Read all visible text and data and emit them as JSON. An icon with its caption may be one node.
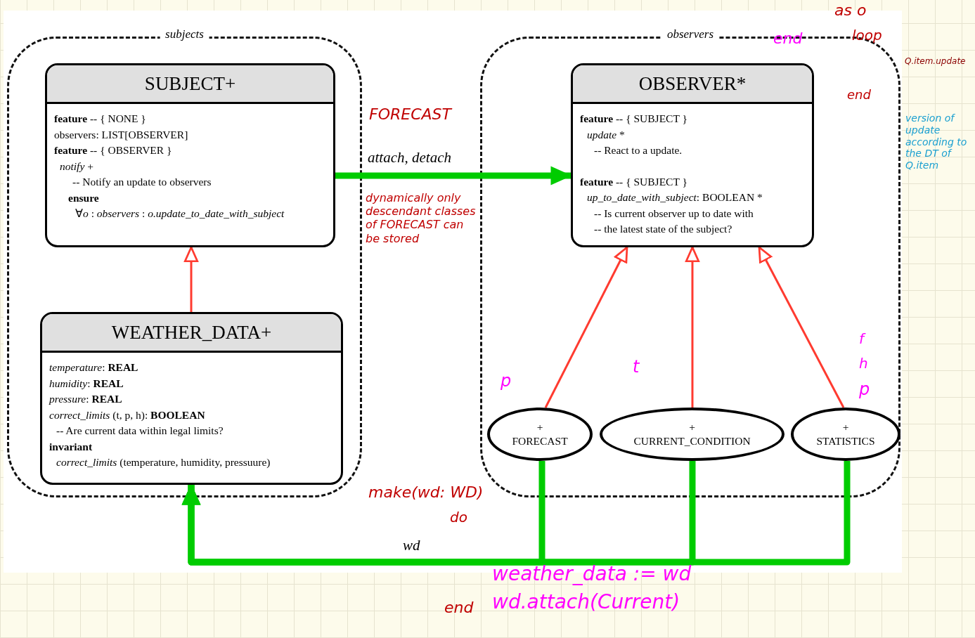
{
  "diagram": {
    "nodes": [
      {
        "text": [
          "subjects"
        ]
      },
      {
        "text": [
          "SUBJECT+",
          "**feature** -- { NONE }",
          "observers: LIST[OBSERVER]",
          "**feature** -- { OBSERVER }",
          "*notify* +",
          "-- Notify an update to observers",
          "**ensure**",
          "∀*o* : *observers* : *o.update_to_date_with_subject*"
        ],
        "in": 0
      },
      {
        "text": [
          "WEATHER_DATA+",
          "*temperature*: **REAL**",
          "*humidity*: **REAL**",
          "*pressure*: **REAL**",
          "*correct_limits* (t, p, h): **BOOLEAN**",
          "-- Are current data within legal limits?",
          "**invariant**",
          "*correct_limits* (temperature, humidity, pressuure)"
        ],
        "in": 0
      },
      {
        "text": [
          "observers"
        ]
      },
      {
        "text": [
          "OBSERVER*",
          "**feature** -- { SUBJECT }",
          "*update* *",
          "-- React to a update.",
          "**feature** -- { SUBJECT }",
          "*up_to_date_with_subject*: BOOLEAN *",
          "-- Is current observer up to date with",
          "-- the latest state of the subject?"
        ],
        "in": 3
      },
      {
        "text": [
          "+",
          "FORECAST"
        ],
        "in": 3
      },
      {
        "text": [
          "+",
          "CURRENT_CONDITION"
        ],
        "in": 3
      },
      {
        "text": [
          "+",
          "STATISTICS"
        ],
        "in": 3
      }
    ],
    "edges": [
      {
        "from": 2,
        "to": 1,
        "arrow": "to",
        "color": "#ff3b30"
      },
      {
        "from": 5,
        "to": 4,
        "arrow": "to",
        "color": "#ff3b30"
      },
      {
        "from": 6,
        "to": 4,
        "arrow": "to",
        "color": "#ff3b30"
      },
      {
        "from": 7,
        "to": 4,
        "arrow": "to",
        "color": "#ff3b30"
      },
      {
        "from": 1,
        "to": 4,
        "arrow": "to",
        "label": "attach, detach",
        "style": "thick",
        "color": "#00cc00"
      },
      {
        "from": 5,
        "to": 2,
        "arrow": "to",
        "label": "wd",
        "style": "thick",
        "color": "#00cc00"
      },
      {
        "from": 6,
        "to": 2,
        "arrow": "to",
        "style": "thick",
        "color": "#00cc00"
      },
      {
        "from": 7,
        "to": 2,
        "arrow": "to",
        "style": "thick",
        "color": "#00cc00"
      }
    ],
    "labels": [
      "as o",
      "end",
      "loop",
      "Q.item.update",
      "end",
      "FORECAST",
      "dynamically only descendant classes of FORECAST can be stored",
      "version of update according to the DT of Q.item",
      "p",
      "t",
      "f",
      "h",
      "p",
      "make(wd: WD)",
      "do",
      "weather_data := wd",
      "end",
      "wd.attach(Current)"
    ]
  }
}
